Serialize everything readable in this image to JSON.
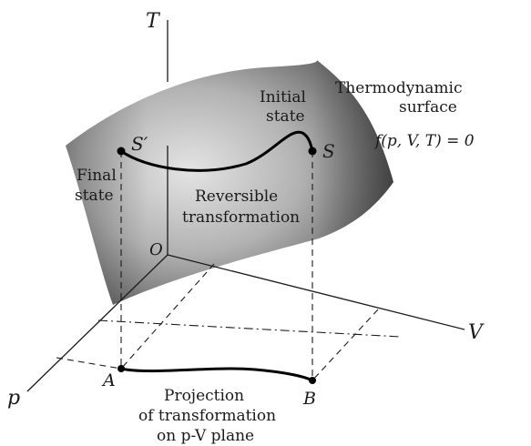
{
  "axes": {
    "t_label": "T",
    "v_label": "V",
    "p_label": "p",
    "origin_label": "O"
  },
  "points": {
    "s_prime": "S′",
    "s": "S",
    "a": "A",
    "b": "B"
  },
  "annotations": {
    "initial_line1": "Initial",
    "initial_line2": "state",
    "final_line1": "Final",
    "final_line2": "state",
    "reversible_line1": "Reversible",
    "reversible_line2": "transformation",
    "surface_line1": "Thermodynamic",
    "surface_line2": "surface",
    "surface_eq": "f(p, V, T) = 0",
    "projection_line1": "Projection",
    "projection_line2": "of transformation",
    "projection_line3": "on p-V plane"
  },
  "colors": {
    "surface_light": "#e2e2e2",
    "surface_mid": "#9a9a9a",
    "surface_dark": "#3a3a3a",
    "ink": "#1a1a1a"
  }
}
